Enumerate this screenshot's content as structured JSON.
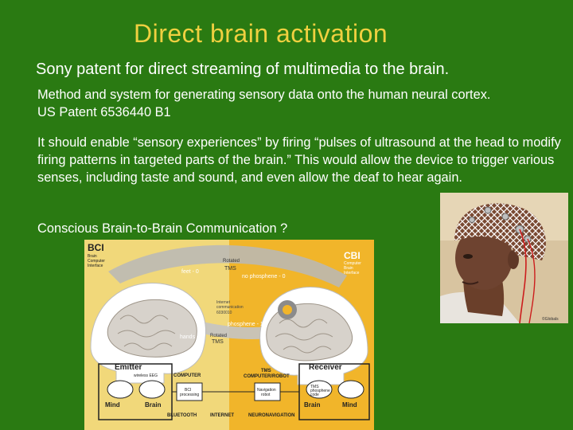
{
  "slide": {
    "title": "Direct brain activation",
    "lead": "Sony patent for direct streaming of multimedia to the brain.",
    "paragraph1_line1": "Method and system for generating sensory data onto the human neural cortex.",
    "paragraph1_line2": "US Patent 6536440 B1",
    "paragraph2": "It should enable “sensory experiences” by firing “pulses of ultrasound at the head to modify firing patterns in targeted parts of the brain.” This would allow the device to trigger various senses, including taste and sound, and even allow the deaf to hear again.",
    "paragraph3": "Conscious Brain-to-Brain Communication ?"
  },
  "diagram": {
    "bci": "BCI",
    "bci_sub1": "Brain",
    "bci_sub2": "Computer",
    "bci_sub3": "Interface",
    "cbi": "CBI",
    "cbi_sub1": "Computer",
    "cbi_sub2": "Brain",
    "cbi_sub3": "Interface",
    "feet": "feet - 0",
    "hands": "hands - 1",
    "rotated_top": "Rotated",
    "tms": "TMS",
    "rotated_bottom": "Rotated",
    "no_phosphene": "no phosphene - 0",
    "phosphene": "phosphene - 1",
    "internet_l1": "Internet",
    "internet_l2": "communication",
    "internet_l3": "6030010",
    "emitter": "Emitter",
    "receiver": "Receiver",
    "computer": "COMPUTER",
    "tms_robot_l1": "TMS",
    "tms_robot_l2": "COMPUTER/ROBOT",
    "mind_left": "Mind",
    "brain_left": "Brain",
    "brain_right": "Brain",
    "mind_right": "Mind",
    "bluetooth": "BLUETOOTH",
    "internet_code": "INTERNET",
    "neuronavigation": "NEURONAVIGATION",
    "wireless_eeg": "wireless EEG",
    "bci_processing_l1": "BCI",
    "bci_processing_l2": "processing",
    "navigation_l1": "Navigation",
    "navigation_l2": "robot",
    "tms_phosphene_l1": "TMS",
    "tms_phosphene_l2": "phosphene",
    "tms_phosphene_l3": "code"
  },
  "photo": {
    "credit": "©Globals"
  },
  "colors": {
    "background": "#2a7a12",
    "title": "#f0d040",
    "text": "#ffffff",
    "diagram_bg": "#f1b52a"
  }
}
